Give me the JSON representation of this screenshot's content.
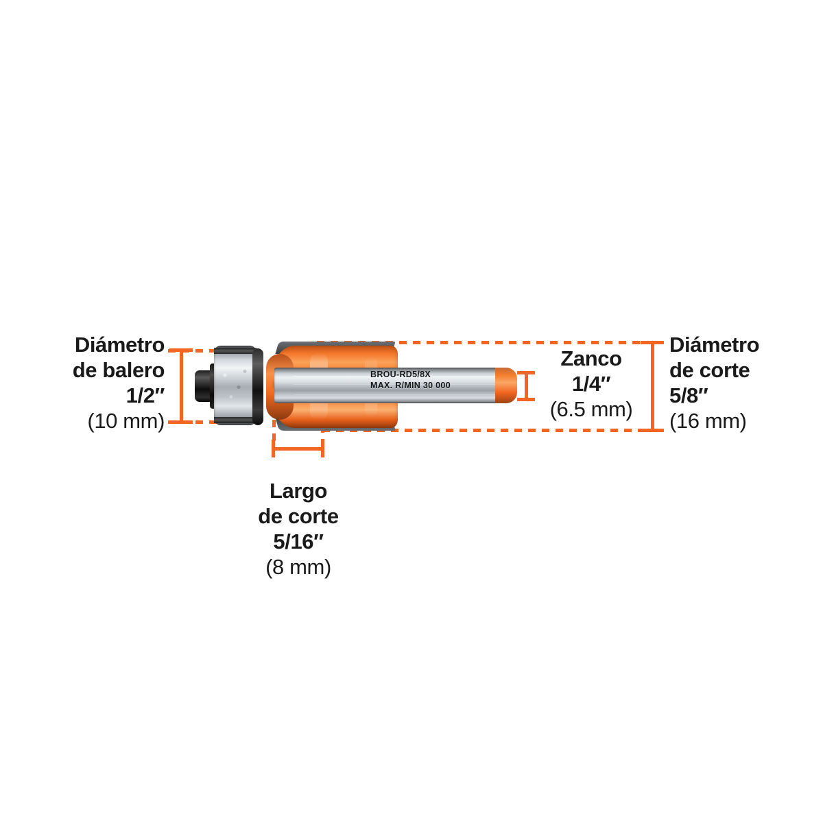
{
  "product": {
    "type": "router-bit",
    "shank_engraving": {
      "model_code": "BROU-RD5/8X",
      "max_speed": "MAX. R/MIN 30 000"
    }
  },
  "accent_color": "#F26522",
  "text_color": "#1a1a1a",
  "background_color": "#ffffff",
  "callouts": {
    "bearing_diameter": {
      "name_line1": "Diámetro",
      "name_line2": "de balero",
      "value_imperial": "1/2″",
      "value_metric": "(10 mm)"
    },
    "cutting_diameter": {
      "name_line1": "Diámetro",
      "name_line2": "de corte",
      "value_imperial": "5/8″",
      "value_metric": "(16 mm)"
    },
    "shank_diameter": {
      "name_line1": "Zanco",
      "value_imperial": "1/4″",
      "value_metric": "(6.5 mm)"
    },
    "cutting_length": {
      "name_line1": "Largo",
      "name_line2": "de corte",
      "value_imperial": "5/16″",
      "value_metric": "(8 mm)"
    }
  }
}
